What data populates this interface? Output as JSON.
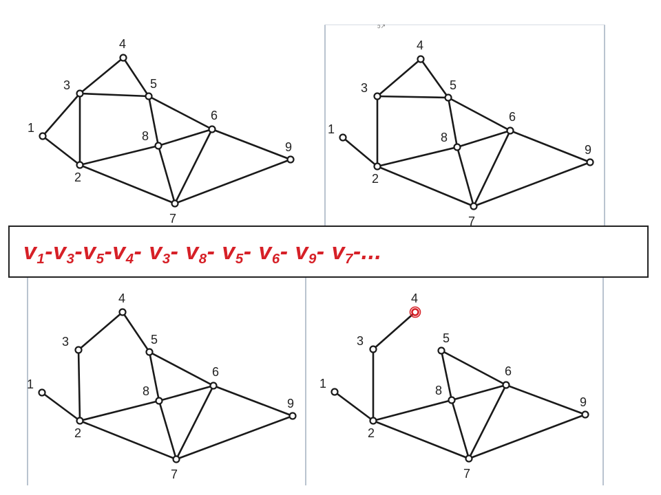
{
  "traversal": {
    "prefix": "v",
    "separator": "-",
    "path": [
      "1",
      "3",
      "5",
      "4",
      "3",
      "8",
      "5",
      "6",
      "9",
      "7"
    ],
    "trailing": "-..."
  },
  "cursor_glyph": "ↄ↗",
  "graphs": [
    {
      "vertices": [
        {
          "id": "1",
          "label": "1"
        },
        {
          "id": "2",
          "label": "2"
        },
        {
          "id": "3",
          "label": "3"
        },
        {
          "id": "4",
          "label": "4"
        },
        {
          "id": "5",
          "label": "5"
        },
        {
          "id": "6",
          "label": "6"
        },
        {
          "id": "7",
          "label": "7"
        },
        {
          "id": "8",
          "label": "8"
        },
        {
          "id": "9",
          "label": "9"
        }
      ],
      "edges": [
        [
          "1",
          "3"
        ],
        [
          "1",
          "2"
        ],
        [
          "3",
          "2"
        ],
        [
          "3",
          "4"
        ],
        [
          "3",
          "5"
        ],
        [
          "4",
          "5"
        ],
        [
          "5",
          "8"
        ],
        [
          "5",
          "6"
        ],
        [
          "2",
          "8"
        ],
        [
          "8",
          "6"
        ],
        [
          "2",
          "7"
        ],
        [
          "8",
          "7"
        ],
        [
          "6",
          "7"
        ],
        [
          "6",
          "9"
        ],
        [
          "7",
          "9"
        ]
      ],
      "highlighted_vertex": null
    },
    {
      "vertices": [
        {
          "id": "1",
          "label": "1"
        },
        {
          "id": "2",
          "label": "2"
        },
        {
          "id": "3",
          "label": "3"
        },
        {
          "id": "4",
          "label": "4"
        },
        {
          "id": "5",
          "label": "5"
        },
        {
          "id": "6",
          "label": "6"
        },
        {
          "id": "7",
          "label": "7"
        },
        {
          "id": "8",
          "label": "8"
        },
        {
          "id": "9",
          "label": "9"
        }
      ],
      "edges": [
        [
          "1",
          "2"
        ],
        [
          "3",
          "2"
        ],
        [
          "3",
          "4"
        ],
        [
          "3",
          "5"
        ],
        [
          "4",
          "5"
        ],
        [
          "5",
          "8"
        ],
        [
          "5",
          "6"
        ],
        [
          "2",
          "8"
        ],
        [
          "8",
          "6"
        ],
        [
          "2",
          "7"
        ],
        [
          "8",
          "7"
        ],
        [
          "6",
          "7"
        ],
        [
          "6",
          "9"
        ],
        [
          "7",
          "9"
        ]
      ],
      "highlighted_vertex": null
    },
    {
      "vertices": [
        {
          "id": "1",
          "label": "1"
        },
        {
          "id": "2",
          "label": "2"
        },
        {
          "id": "3",
          "label": "3"
        },
        {
          "id": "4",
          "label": "4"
        },
        {
          "id": "5",
          "label": "5"
        },
        {
          "id": "6",
          "label": "6"
        },
        {
          "id": "7",
          "label": "7"
        },
        {
          "id": "8",
          "label": "8"
        },
        {
          "id": "9",
          "label": "9"
        }
      ],
      "edges": [
        [
          "1",
          "2"
        ],
        [
          "3",
          "2"
        ],
        [
          "3",
          "4"
        ],
        [
          "4",
          "5"
        ],
        [
          "5",
          "8"
        ],
        [
          "5",
          "6"
        ],
        [
          "2",
          "8"
        ],
        [
          "8",
          "6"
        ],
        [
          "2",
          "7"
        ],
        [
          "8",
          "7"
        ],
        [
          "6",
          "7"
        ],
        [
          "6",
          "9"
        ],
        [
          "7",
          "9"
        ]
      ],
      "highlighted_vertex": null
    },
    {
      "vertices": [
        {
          "id": "1",
          "label": "1"
        },
        {
          "id": "2",
          "label": "2"
        },
        {
          "id": "3",
          "label": "3"
        },
        {
          "id": "4",
          "label": "4"
        },
        {
          "id": "5",
          "label": "5"
        },
        {
          "id": "6",
          "label": "6"
        },
        {
          "id": "7",
          "label": "7"
        },
        {
          "id": "8",
          "label": "8"
        },
        {
          "id": "9",
          "label": "9"
        }
      ],
      "edges": [
        [
          "1",
          "2"
        ],
        [
          "3",
          "2"
        ],
        [
          "3",
          "4"
        ],
        [
          "5",
          "8"
        ],
        [
          "5",
          "6"
        ],
        [
          "2",
          "8"
        ],
        [
          "8",
          "6"
        ],
        [
          "2",
          "7"
        ],
        [
          "8",
          "7"
        ],
        [
          "6",
          "7"
        ],
        [
          "6",
          "9"
        ],
        [
          "7",
          "9"
        ]
      ],
      "highlighted_vertex": "4"
    }
  ]
}
